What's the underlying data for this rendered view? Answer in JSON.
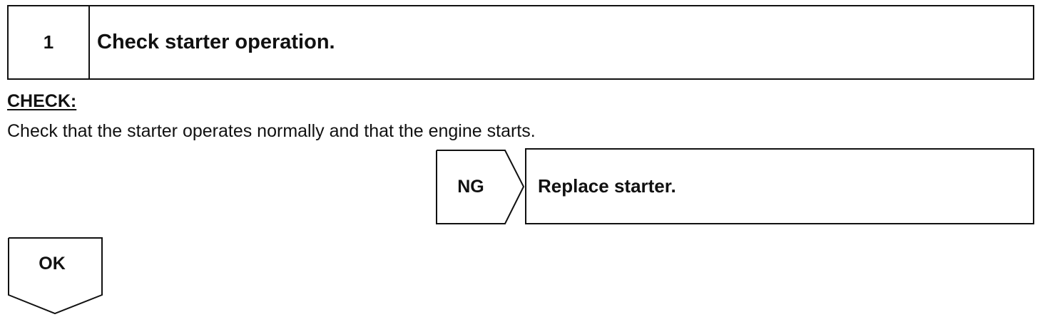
{
  "step": {
    "number": "1",
    "title": "Check starter operation."
  },
  "check": {
    "label": "CHECK:",
    "text": "Check that the starter operates normally and that the engine starts."
  },
  "ng_branch": {
    "label": "NG",
    "action": "Replace starter."
  },
  "ok_branch": {
    "label": "OK"
  }
}
